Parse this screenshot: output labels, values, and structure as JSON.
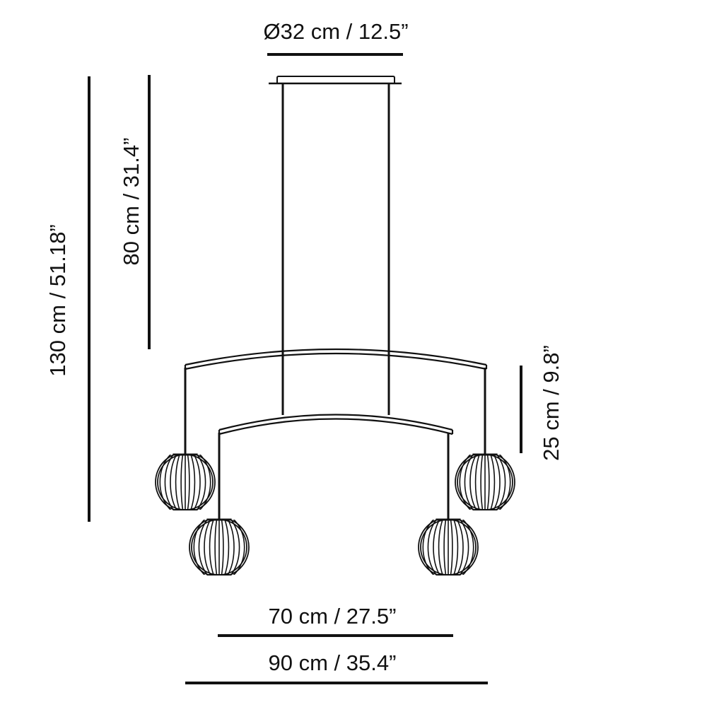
{
  "dimensions": {
    "canopy_diameter": "Ø32 cm / 12.5”",
    "total_height": "130 cm / 51.18”",
    "cable_height": "80 cm / 31.4”",
    "drop_height": "25 cm / 9.8”",
    "inner_width": "70 cm / 27.5”",
    "outer_width": "90 cm / 35.4”"
  },
  "colors": {
    "line": "#111111",
    "background": "#ffffff"
  }
}
